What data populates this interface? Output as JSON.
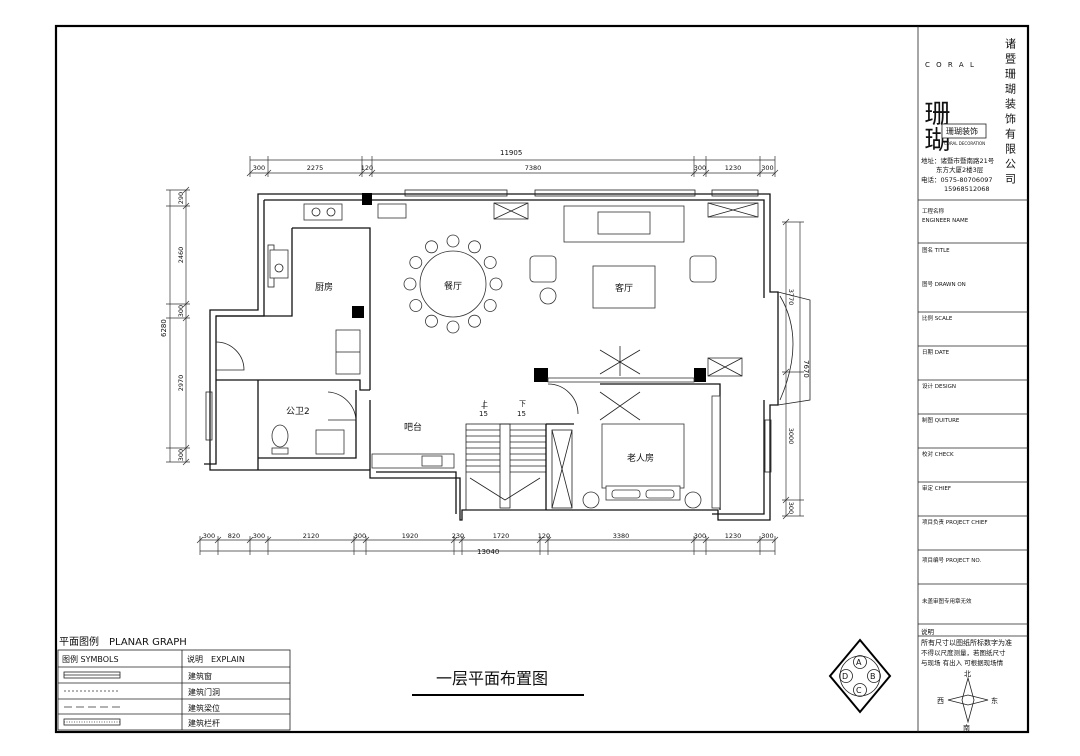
{
  "company": {
    "brand_latin": "C O R A L",
    "brand_chars": "珊瑚",
    "brand_badge": "珊瑚装饰",
    "brand_badge_sub": "CORAL DECORATION",
    "name": "诸暨珊瑚装饰有限公司",
    "address_line1": "地址：诸暨市暨南路21号",
    "address_line2": "东方大厦2楼3层",
    "phone_line1": "电话：0575-80706097",
    "phone_line2": "15968512068"
  },
  "title_block": [
    "工程名称",
    "ENGINEER NAME",
    "图名 TITLE",
    "图号 DRAWN ON",
    "比例 SCALE",
    "日期 DATE",
    "设计 DESIGN",
    "制图 QUITURE",
    "校对 CHECK",
    "审定 CHIEF",
    "项目负责 PROJECT CHIEF",
    "项目编号 PROJECT NO.",
    "未盖审图专用章无效"
  ],
  "notes": {
    "label": "说明",
    "line1": "所有尺寸以图纸所标数字为准",
    "line2": "不得以尺度测量，若图纸尺寸",
    "line3": "与现场 有出入 可根据现场情"
  },
  "compass": {
    "north": "北",
    "south": "南",
    "west": "西",
    "east": "东",
    "letters": [
      "A",
      "B",
      "C",
      "D"
    ]
  },
  "drawing_title": "一层平面布置图",
  "legend": {
    "title": "平面图例　PLANAR GRAPH",
    "col1": "图例 SYMBOLS",
    "col2": "说明　EXPLAIN",
    "rows": [
      "建筑窗",
      "建筑门洞",
      "建筑梁位",
      "建筑栏杆"
    ]
  },
  "rooms": {
    "kitchen": "厨房",
    "dining": "餐厅",
    "living": "客厅",
    "bath": "公卫2",
    "bar": "吧台",
    "elder_room": "老人房"
  },
  "stairs": {
    "up_label": "上",
    "up_count": "15",
    "down_label": "下",
    "down_count": "15"
  },
  "dims_top": {
    "total": "11905",
    "segments": [
      "300",
      "2275",
      "120",
      "7380",
      "300",
      "1230",
      "300"
    ]
  },
  "dims_bottom": {
    "total": "13040",
    "segments": [
      "300",
      "820",
      "300",
      "2120",
      "300",
      "1920",
      "230",
      "1720",
      "120",
      "3380",
      "300",
      "1230",
      "300"
    ]
  },
  "dims_left": {
    "total": "6280",
    "segments": [
      "290",
      "2460",
      "300",
      "2970",
      "300"
    ]
  },
  "dims_right": {
    "total": "7670",
    "segments": [
      "3770",
      "3000",
      "300"
    ]
  }
}
